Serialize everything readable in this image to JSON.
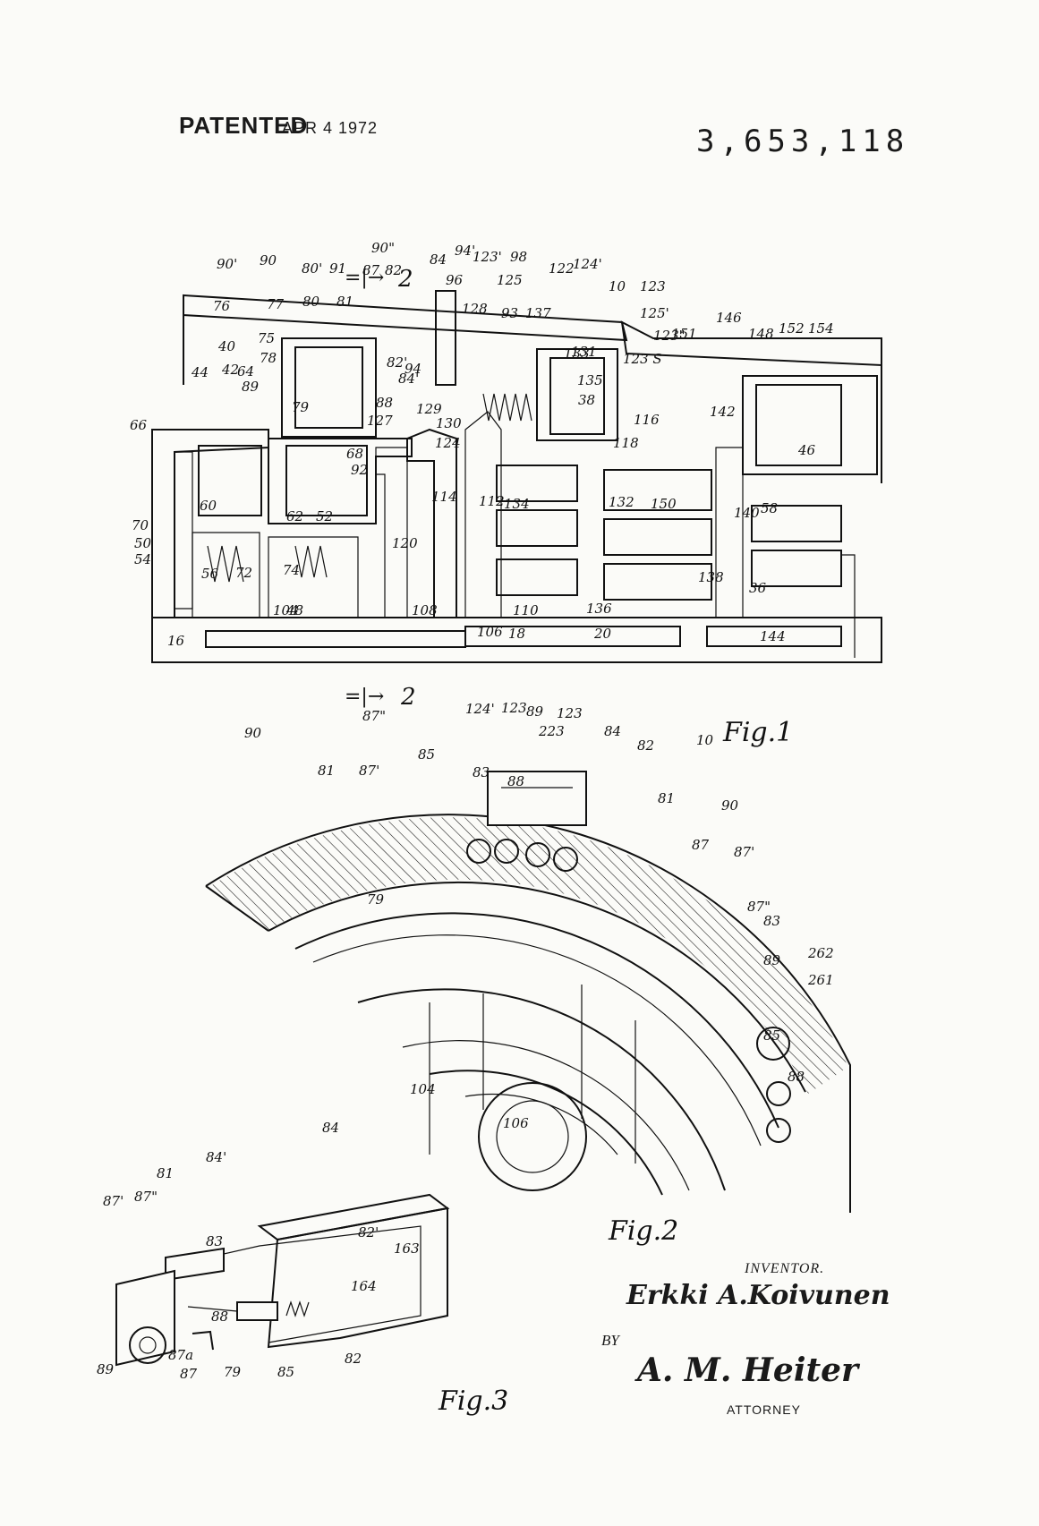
{
  "header": {
    "patented": "PATENTED",
    "date": "APR  4 1972",
    "patent_number": "3,653,118"
  },
  "figures": {
    "fig1_caption": "Fig.1",
    "fig2_caption": "Fig.2",
    "fig3_caption": "Fig.3",
    "section_marker": "2"
  },
  "fig1_labels": [
    "90'",
    "90",
    "90\"",
    "80'",
    "91",
    "87",
    "82",
    "84",
    "94'",
    "123'",
    "98",
    "122",
    "124'",
    "10",
    "123",
    "76",
    "77",
    "80",
    "81",
    "96",
    "128",
    "125",
    "93",
    "137",
    "125'",
    "123\"",
    "146",
    "151",
    "148",
    "152",
    "154",
    "75",
    "78",
    "82'",
    "84'",
    "94",
    "131",
    "123 S",
    "40",
    "44",
    "42",
    "64",
    "89",
    "79",
    "88",
    "127",
    "129",
    "130",
    "124",
    "133",
    "135",
    "38",
    "66",
    "68",
    "92",
    "114",
    "112",
    "134",
    "116",
    "118",
    "132",
    "150",
    "142",
    "46",
    "60",
    "62",
    "52",
    "70",
    "120",
    "140",
    "58",
    "50",
    "54",
    "56",
    "72",
    "74",
    "48",
    "104",
    "108",
    "110",
    "136",
    "138",
    "36",
    "16",
    "106",
    "18",
    "20",
    "144"
  ],
  "fig2_labels": [
    "124'",
    "123",
    "89",
    "123",
    "87\"",
    "85",
    "83",
    "223",
    "84",
    "82",
    "10",
    "90",
    "81",
    "87'",
    "88",
    "81",
    "90",
    "87",
    "87'",
    "79",
    "87\"",
    "83",
    "89",
    "262",
    "261",
    "85",
    "88",
    "104",
    "106"
  ],
  "fig3_labels": [
    "84",
    "84'",
    "81",
    "87'",
    "87\"",
    "83",
    "88",
    "79",
    "85",
    "82",
    "82'",
    "164",
    "163",
    "89",
    "87a",
    "87"
  ],
  "signatures": {
    "inventor_label": "INVENTOR.",
    "inventor_name": "Erkki A.Koivunen",
    "by": "BY",
    "attorney_signature": "A. M. Heiter",
    "attorney_label": "ATTORNEY"
  }
}
